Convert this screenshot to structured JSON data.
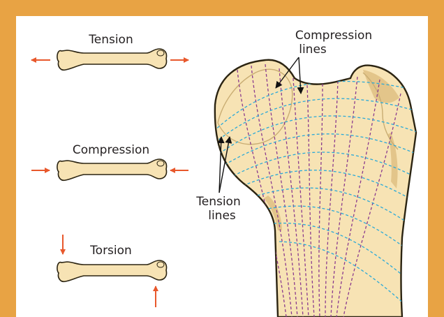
{
  "figure": {
    "border_color": "#e8a344",
    "panel_color": "#ffffff",
    "bone_fill": "#f7e3b4",
    "bone_shade": "#e3c58a",
    "bone_outline": "#2b2412",
    "arrow_color": "#e8582c",
    "tension_line_color": "#2aa9d8",
    "compression_line_color": "#8a3a8e"
  },
  "loads": {
    "tension_label": "Tension",
    "compression_label": "Compression",
    "torsion_label": "Torsion"
  },
  "femur": {
    "compression_lines_label_line1": "Compression",
    "compression_lines_label_line2": "lines",
    "tension_lines_label_line1": "Tension",
    "tension_lines_label_line2": "lines"
  }
}
